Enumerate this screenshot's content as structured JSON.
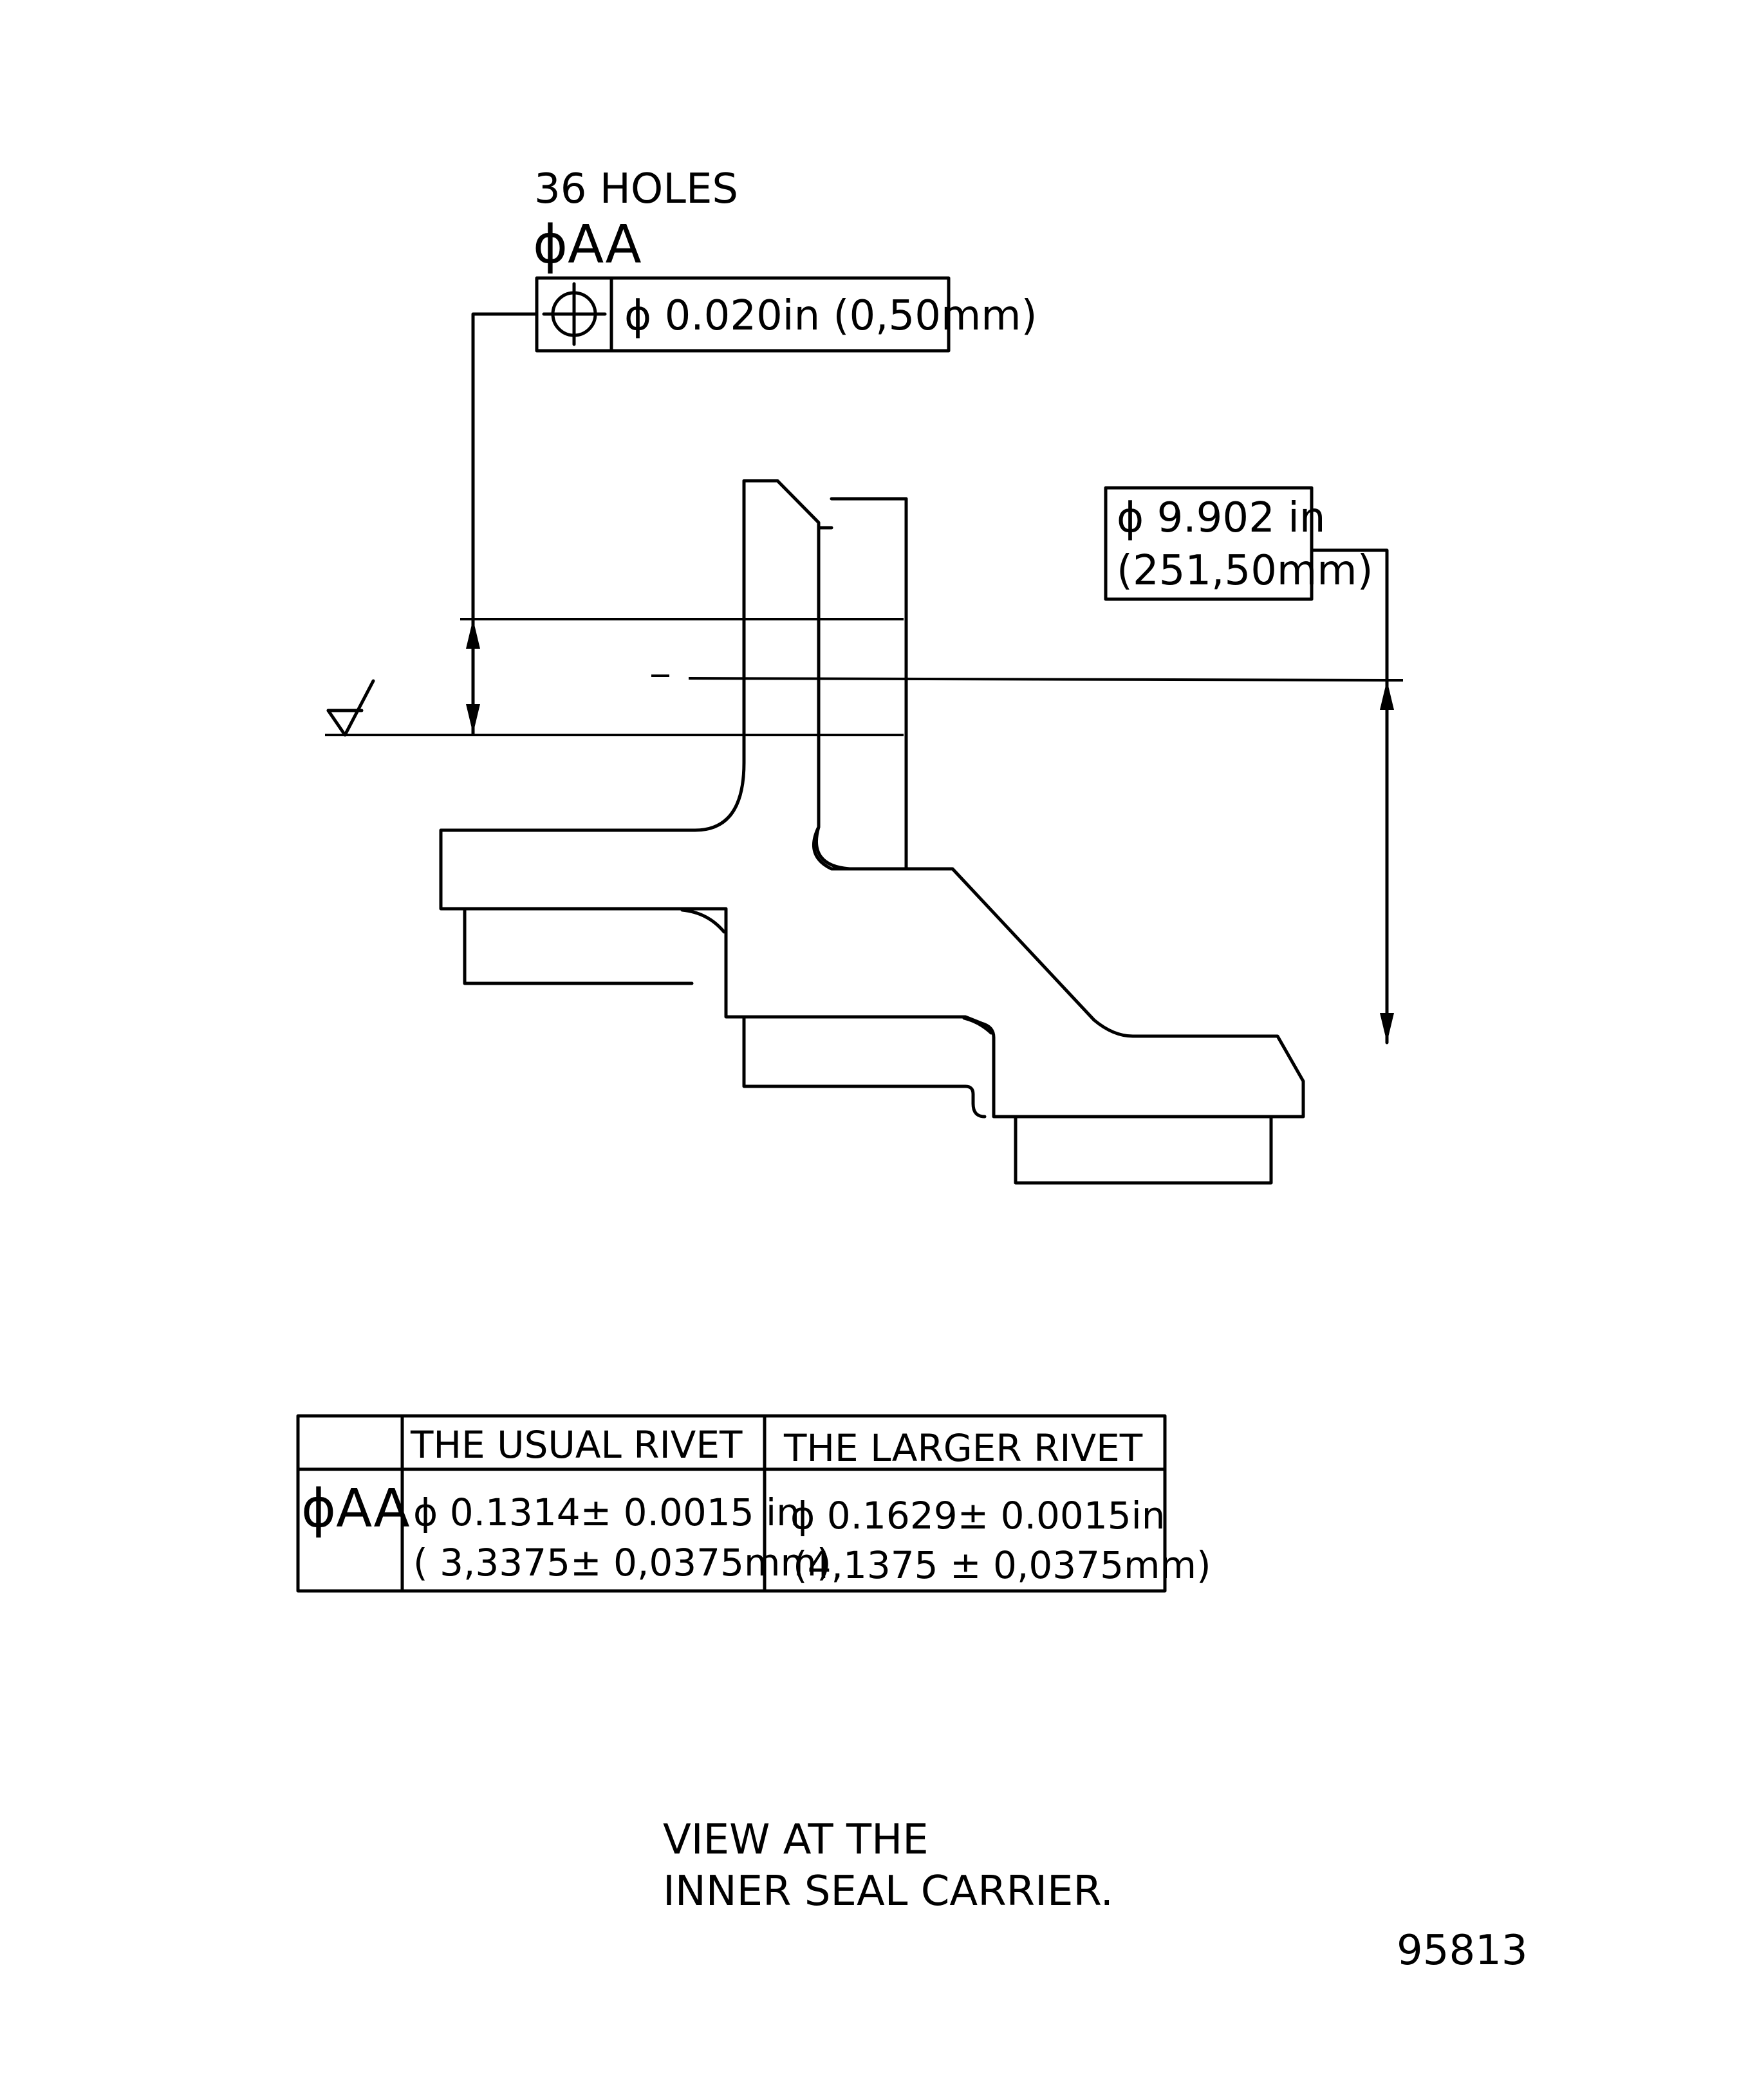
{
  "holes_note": {
    "count_label": "36 HOLES",
    "diameter_label": "ϕAA"
  },
  "position_tolerance": {
    "symbol": "position-symbol",
    "value": "ϕ 0.020in (0,50mm)"
  },
  "diameter_callout": {
    "line1": "ϕ 9.902 in",
    "line2": "(251,50mm)"
  },
  "rivet_table": {
    "headers": [
      "",
      "THE USUAL RIVET",
      "THE LARGER RIVET"
    ],
    "row_label": "ϕAA",
    "usual": [
      "ϕ 0.1314± 0.0015 in",
      "( 3,3375± 0,0375mm)"
    ],
    "larger": [
      "ϕ 0.1629± 0.0015in",
      "(4,1375 ± 0,0375mm)"
    ]
  },
  "caption": {
    "line1": "VIEW AT THE",
    "line2": "INNER SEAL CARRIER."
  },
  "figure_number": "95813"
}
